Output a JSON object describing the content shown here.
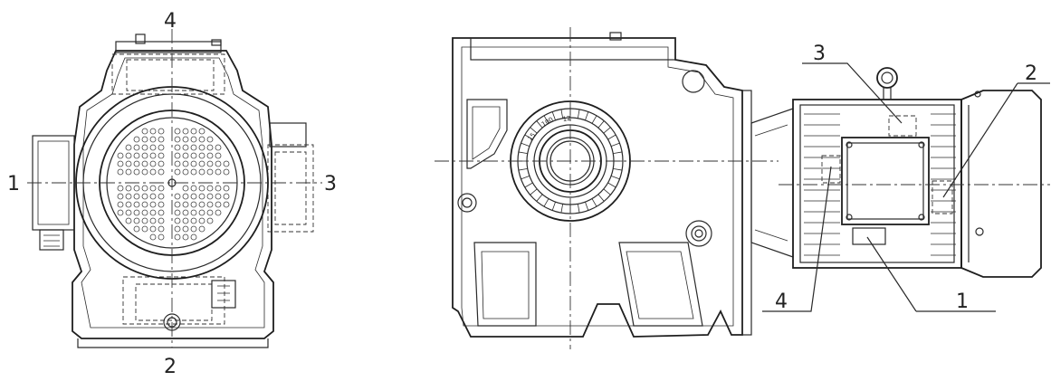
{
  "colors": {
    "line": "#2a2a2a",
    "background": "#ffffff"
  },
  "left_view": {
    "labels": {
      "top": "4",
      "bottom": "2",
      "left": "1",
      "right": "3"
    }
  },
  "right_view": {
    "labels": {
      "upper_right_a": "3",
      "upper_right_b": "2",
      "lower_left": "4",
      "lower_right": "1"
    },
    "dial_marks": [
      "15",
      "100",
      "12"
    ]
  }
}
